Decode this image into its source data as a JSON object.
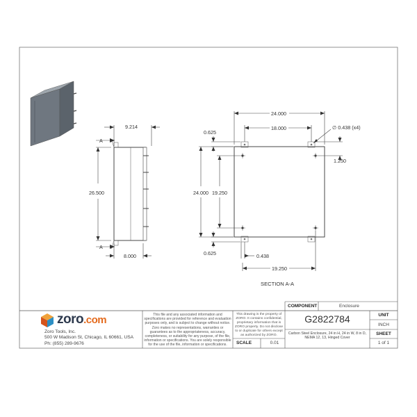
{
  "drawing": {
    "dims": {
      "side_depth": "9.214",
      "side_height": "26.500",
      "side_inner": "8.000",
      "front_width": "24.000",
      "front_inner_width": "18.000",
      "hole": "∅ 0.438 (x4)",
      "top_offset": "0.625",
      "bottom_offset": "0.625",
      "right_offset": "1.250",
      "front_height": "24.000",
      "hole_spacing_v": "19.250",
      "bottom_hole": "0.438",
      "hole_spacing_h": "19.250"
    },
    "section_marker": "A",
    "section_label": "SECTION A-A"
  },
  "title_block": {
    "logo_text": "zoro",
    "logo_suffix": ".com",
    "company_name": "Zoro Tools, Inc.",
    "address": "500 W Madison St, Chicago, IL 60661, USA",
    "phone": "Ph: (855) 289-9676",
    "notice": "This file and any associated information and specifications are provided for reference and evaluation purposes only, and is subject to change without notice. Zoro makes no representations, warranties or guarantees as to the appropriateness, accuracy, completeness, or suitability for any purpose, of the file, information or specifications. You are solely responsible for the use of the file, information or specifications.",
    "property_notice": "This drawing is the property of ZORO. It contains confidential, proprietary information that is ZORO property. Do not disclose to or duplicate for others except as authorized by ZORO.",
    "component_label": "COMPONENT",
    "component_value": "Enclosure",
    "part_number": "G2822784",
    "description": "Carbon Steel Enclosure, 24 in H, 24 in W, 8 in D, NEMA 12, 13, Hinged Cover",
    "unit_label": "UNIT",
    "unit_value": "INCH",
    "sheet_label": "SHEET",
    "sheet_value": "1 of 1",
    "scale_label": "SCALE",
    "scale_value": "0.01"
  },
  "colors": {
    "logo_text": "#2e3a4e",
    "logo_suffix": "#e46b1e",
    "cube_top": "#f0a23a",
    "cube_left": "#d5541c",
    "cube_right": "#2d8fc4"
  }
}
